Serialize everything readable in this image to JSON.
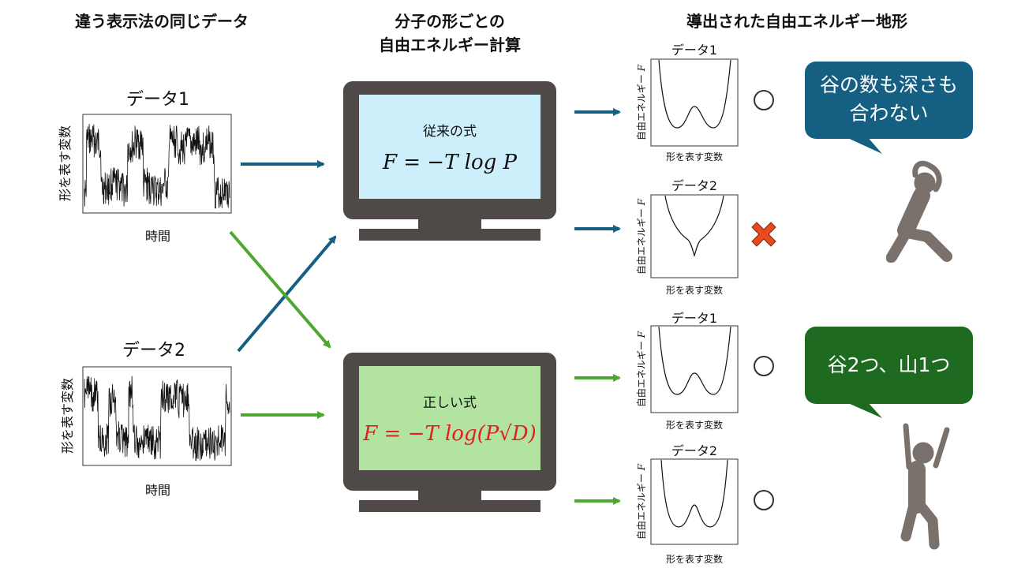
{
  "headings": {
    "left": "違う表示法の同じデータ",
    "middle_line1": "分子の形ごとの",
    "middle_line2": "自由エネルギー計算",
    "right": "導出された自由エネルギー地形"
  },
  "timeseries": [
    {
      "title": "データ1",
      "ylabel": "形を表す変数",
      "xlabel": "時間"
    },
    {
      "title": "データ2",
      "ylabel": "形を表す変数",
      "xlabel": "時間"
    }
  ],
  "computers": [
    {
      "label": "従来の式",
      "formula_text": "F = −T log P",
      "screen_color": "#cdeefb",
      "formula_color": "#111111"
    },
    {
      "label": "正しい式",
      "formula_text": "F = −T log(P√D)",
      "screen_color": "#b3e3a1",
      "formula_color": "#e02020"
    }
  ],
  "landscapes": [
    {
      "title": "データ1",
      "ylabel": "自由エネルギー",
      "ysym": "F",
      "xlabel": "形を表す変数",
      "result": "○",
      "result_mark": "circle"
    },
    {
      "title": "データ2",
      "ylabel": "自由エネルギー",
      "ysym": "F",
      "xlabel": "形を表す変数",
      "result": "×",
      "result_mark": "cross"
    },
    {
      "title": "データ1",
      "ylabel": "自由エネルギー",
      "ysym": "F",
      "xlabel": "形を表す変数",
      "result": "○",
      "result_mark": "circle"
    },
    {
      "title": "データ2",
      "ylabel": "自由エネルギー",
      "ysym": "F",
      "xlabel": "形を表す変数",
      "result": "○",
      "result_mark": "circle"
    }
  ],
  "bubbles": [
    {
      "text_line1": "谷の数も深さも",
      "text_line2": "合わない",
      "color": "#155f82"
    },
    {
      "text_line1": "谷2つ、山1つ",
      "text_line2": "",
      "color": "#1e6a21"
    }
  ],
  "colors": {
    "arrow_blue": "#155f82",
    "arrow_green": "#4ea72e",
    "monitor": "#4f4a47",
    "person": "#7a716d",
    "cross": "#e8491f"
  }
}
